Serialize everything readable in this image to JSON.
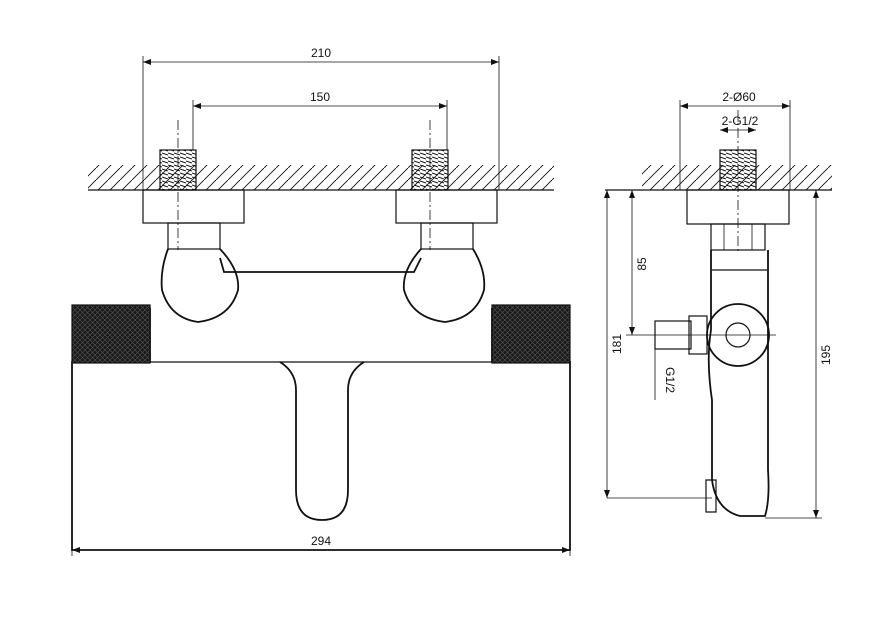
{
  "front_view": {
    "dim_outer_inlet_spacing": "210",
    "dim_inlet_centers": "150",
    "dim_total_width": "294"
  },
  "side_view": {
    "dim_escutcheon": "2-Ø60",
    "dim_inlet_thread": "2-G1/2",
    "dim_outlet_height": "85",
    "dim_body_height": "181",
    "dim_total_height": "195",
    "dim_outlet_thread": "G1/2"
  },
  "colors": {
    "line": "#111111",
    "knurl_fill": "#1a1a1a",
    "background": "#ffffff"
  }
}
